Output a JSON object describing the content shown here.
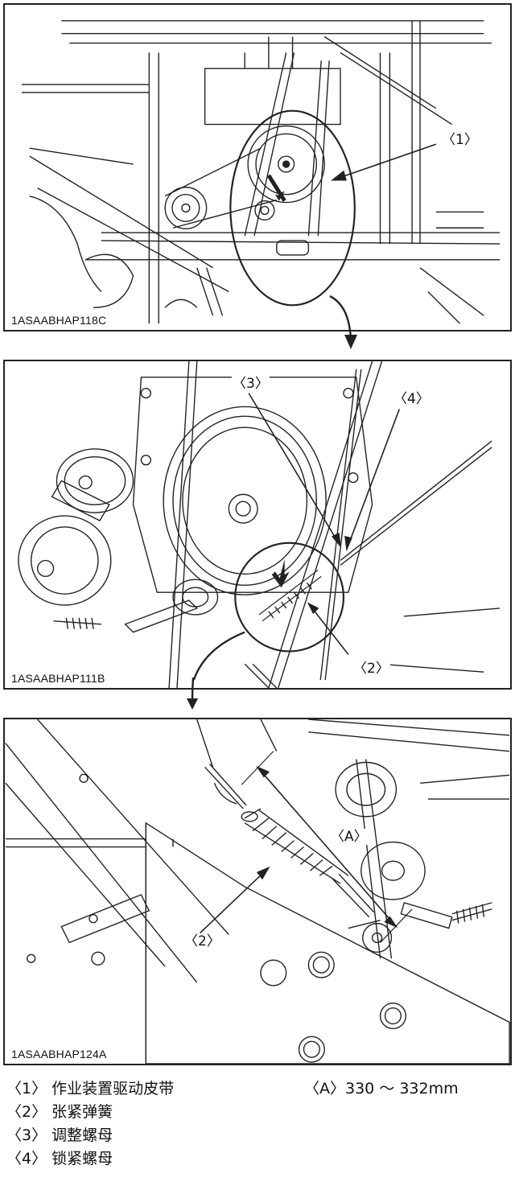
{
  "panels": [
    {
      "code": "1ASAABHAP118C",
      "callouts": [
        "〈1〉"
      ]
    },
    {
      "code": "1ASAABHAP111B",
      "callouts": [
        "〈3〉",
        "〈4〉",
        "〈2〉"
      ]
    },
    {
      "code": "1ASAABHAP124A",
      "callouts": [
        "〈A〉",
        "〈2〉"
      ]
    }
  ],
  "legend": [
    {
      "tag": "〈1〉",
      "text": "作业装置驱动皮带"
    },
    {
      "tag": "〈2〉",
      "text": "张紧弹簧"
    },
    {
      "tag": "〈3〉",
      "text": "调整螺母"
    },
    {
      "tag": "〈4〉",
      "text": "锁紧螺母"
    }
  ],
  "dimension": {
    "tag": "〈A〉",
    "text": "330 ～ 332mm"
  },
  "colors": {
    "line": "#222222",
    "background": "#ffffff"
  }
}
